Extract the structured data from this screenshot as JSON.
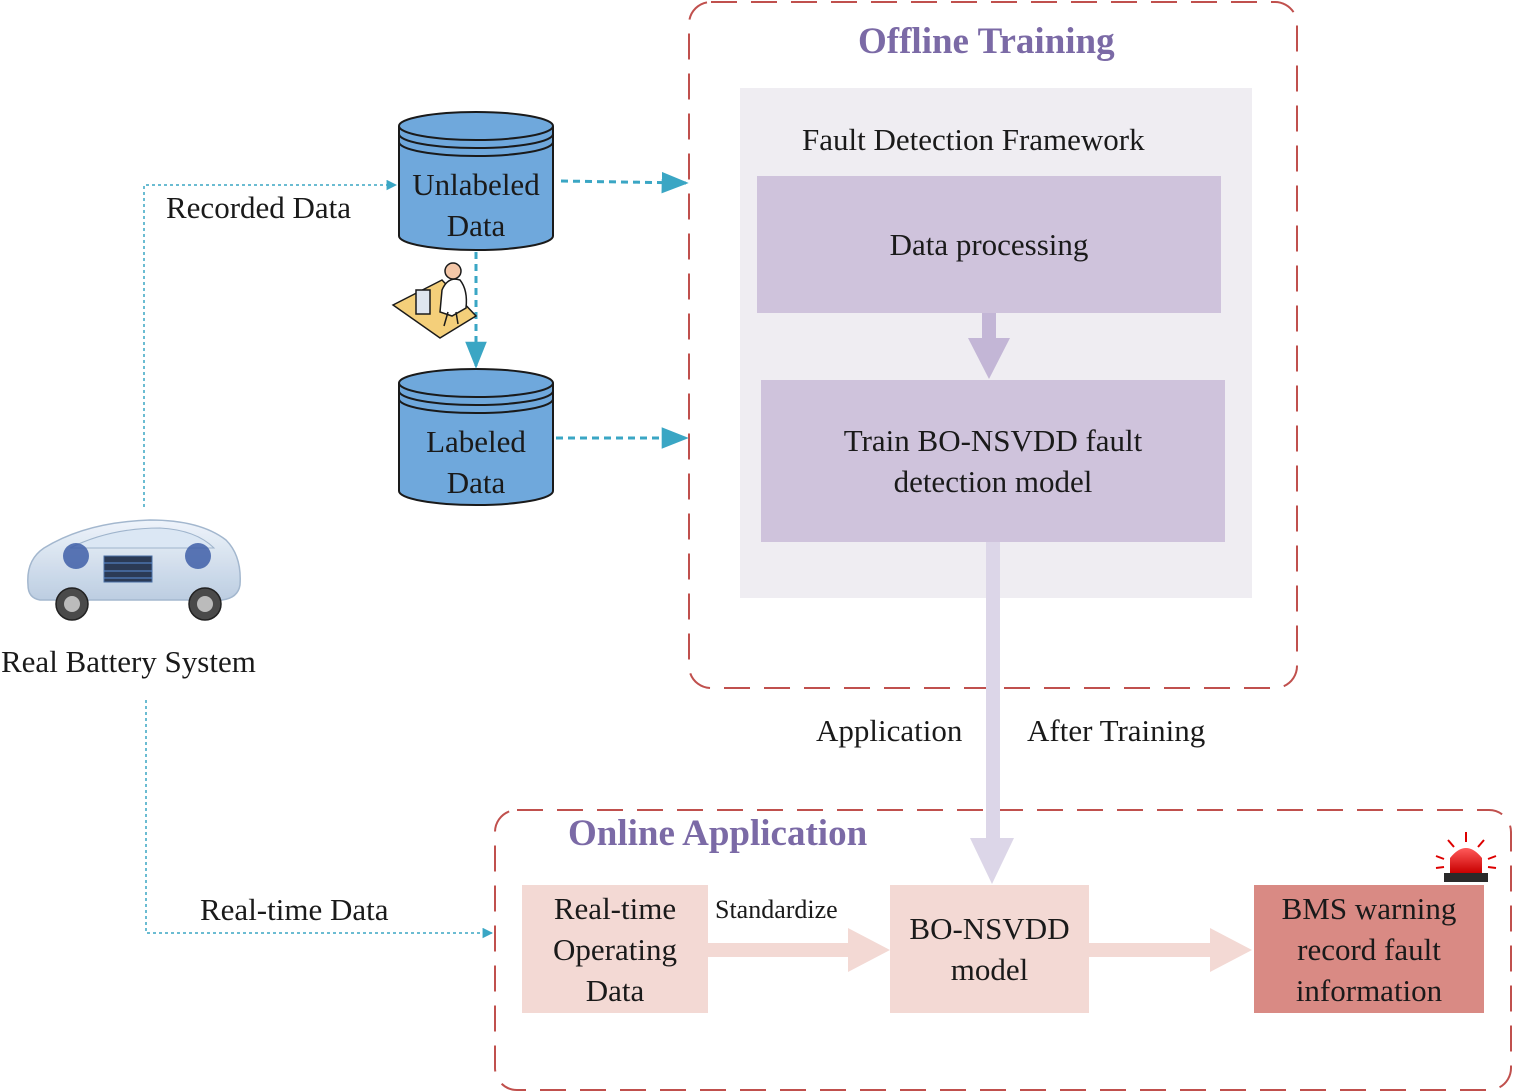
{
  "offline": {
    "title": "Offline Training",
    "framework_title": "Fault Detection Framework",
    "step1": "Data processing",
    "step2": "Train BO-NSVDD fault\ndetection model"
  },
  "data_stores": {
    "unlabeled": "Unlabeled\nData",
    "labeled": "Labeled\nData"
  },
  "source": {
    "label": "Real Battery System",
    "recorded_label": "Recorded Data",
    "realtime_label": "Real-time Data"
  },
  "transition": {
    "left_label": "Application",
    "right_label": "After Training"
  },
  "online": {
    "title": "Online Application",
    "input_box": "Real-time\nOperating\nData",
    "standardize_label": "Standardize",
    "model_box": "BO-NSVDD\nmodel",
    "output_box": "BMS warning\nrecord fault\ninformation"
  },
  "colors": {
    "section_title": "#7b6aa6",
    "dashed_border": "#c0504d",
    "cylinder_fill": "#6fa8dc",
    "dotted_arrow": "#3aa6c4",
    "purple_box": "#cfc3dc",
    "pink_box": "#f3d9d4",
    "warning_box": "#d98a84",
    "thick_arrow": "#dcd6e8"
  },
  "icons": [
    "database-icon",
    "annotator-person-icon",
    "electric-car-icon",
    "siren-alarm-icon"
  ]
}
